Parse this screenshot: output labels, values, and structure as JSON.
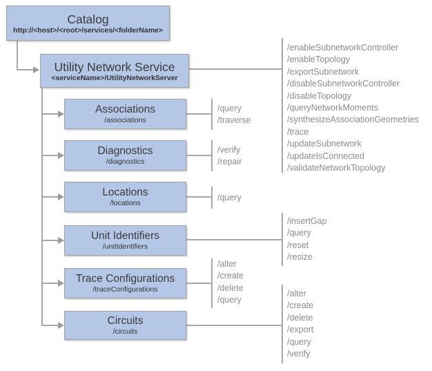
{
  "colors": {
    "box_fill": "#b4c7e7",
    "box_border": "#a0a0a0",
    "connector_line": "#a6a6a6",
    "title_text": "#3a3a3a",
    "operation_text": "#8b8b8b"
  },
  "nodes": {
    "catalog": {
      "title": "Catalog",
      "subtitle": "http://<host>/<root>/services/<folderName>"
    },
    "utility_network_service": {
      "title": "Utility Network Service",
      "subtitle": "<serviceName>/UtilityNetworkServer",
      "operations": [
        "/enableSubnetworkController",
        "/enableTopology",
        "/exportSubnetwork",
        "/disableSubnetworkController",
        "/disableTopology",
        "/queryNetworkMoments",
        "/synthesizeAssociationGeometries",
        "/trace",
        "/updateSubnetwork",
        "/updateIsConnected",
        "/validateNetworkTopology"
      ]
    },
    "associations": {
      "title": "Associations",
      "subtitle": "/associations",
      "operations": [
        "/query",
        "/traverse"
      ]
    },
    "diagnostics": {
      "title": "Diagnostics",
      "subtitle": "/diagnostics",
      "operations": [
        "/verify",
        "/repair"
      ]
    },
    "locations": {
      "title": "Locations",
      "subtitle": "/locations",
      "operations": [
        "/query"
      ]
    },
    "unit_identifiers": {
      "title": "Unit Identifiers",
      "subtitle": "/unitIdentifiers",
      "operations": [
        "/insertGap",
        "/query",
        "/reset",
        "/resize"
      ]
    },
    "trace_configurations": {
      "title": "Trace Configurations",
      "subtitle": "/traceConfigurations",
      "operations": [
        "/alter",
        "/create",
        "/delete",
        "/query"
      ]
    },
    "circuits": {
      "title": "Circuits",
      "subtitle": "/circuits",
      "operations": [
        "/alter",
        "/create",
        "/delete",
        "/export",
        "/query",
        "/verify"
      ]
    }
  }
}
